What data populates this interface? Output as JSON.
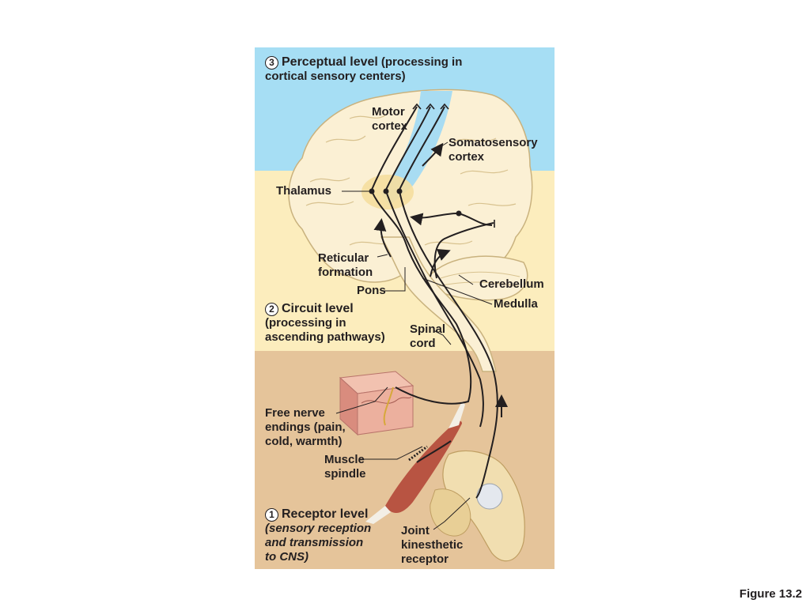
{
  "levels": {
    "perceptual": {
      "number": "3",
      "title": "Perceptual level",
      "desc_line1": "(processing in",
      "desc_line2": "cortical sensory centers)"
    },
    "circuit": {
      "number": "2",
      "title": "Circuit level",
      "desc_line1": "(processing in",
      "desc_line2": "ascending pathways)"
    },
    "receptor": {
      "number": "1",
      "title": "Receptor level",
      "desc_line1": "(sensory reception",
      "desc_line2": "and transmission",
      "desc_line3": "to CNS)"
    }
  },
  "labels": {
    "motor_cortex": [
      "Motor",
      "cortex"
    ],
    "somatosensory_cortex": [
      "Somatosensory",
      "cortex"
    ],
    "thalamus": "Thalamus",
    "reticular_formation": [
      "Reticular",
      "formation"
    ],
    "pons": "Pons",
    "cerebellum": "Cerebellum",
    "medulla": "Medulla",
    "spinal_cord": [
      "Spinal",
      "cord"
    ],
    "free_nerve_endings": [
      "Free nerve",
      "endings (pain,",
      "cold, warmth)"
    ],
    "muscle_spindle": [
      "Muscle",
      "spindle"
    ],
    "joint_receptor": [
      "Joint",
      "kinesthetic",
      "receptor"
    ]
  },
  "caption": "Figure 13.2",
  "colors": {
    "perceptual_band": "#a6def4",
    "circuit_band": "#fcedbd",
    "receptor_band": "#e5c49a",
    "brain": "#fbf0d4",
    "somatosensory_strip": "#a8dcf2",
    "skin": "#e8a39a",
    "muscle": "#b85442",
    "bone": "#f1deb0",
    "nerve": "#231f20"
  }
}
